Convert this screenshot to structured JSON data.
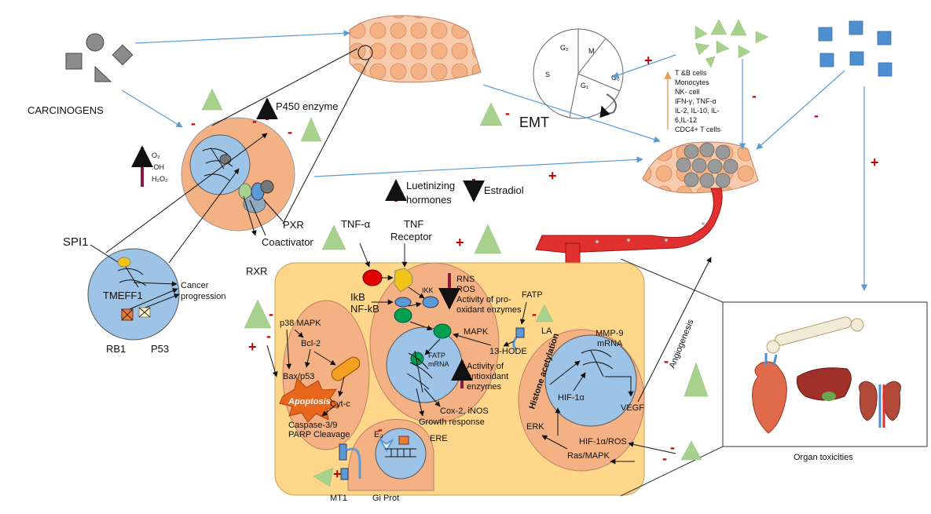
{
  "labels": {
    "carcinogens": "CARCINOGENS",
    "p450": "P450 enzyme",
    "o2": "O₂",
    "oh": ".OH",
    "h2o2": "H₂O₂",
    "pxr": "PXR",
    "rxr": "RXR",
    "coactivator": "Coactivator",
    "spi1": "SPI1",
    "tmeff1": "TMEFF1",
    "cancer_progression_1": "Cancer",
    "cancer_progression_2": "progression",
    "rb1": "RB1",
    "p53": "P53",
    "emt": "EMT",
    "lh_1": "Luetinizing",
    "lh_2": "hormones",
    "estradiol": "Estradiol",
    "tnf_alpha": "TNF-α",
    "tnf_receptor_1": "TNF",
    "tnf_receptor_2": "Receptor",
    "ikb": "IkB",
    "nfkb": "NF-kB",
    "ikk": "IKK",
    "rns": "RNS",
    "ros": "ROS",
    "prooxidant_1": "Activity of pro-",
    "prooxidant_2": "oxidant enzymes",
    "mapk": "MAPK",
    "fatp": "FATP",
    "la": "LA",
    "hode": "13-HODE",
    "fatp_mrna_1": "FATP",
    "fatp_mrna_2": "mRNA",
    "antioxidant_1": "Activity of",
    "antioxidant_2": "antioxidant",
    "antioxidant_3": "enzymes",
    "cox2": "Cox-2, iNOS",
    "growth": "Growth response",
    "p38": "p38 MAPK",
    "bcl2": "Bcl-2",
    "baxp53": "Bax/p53",
    "apoptosis": "Apoptosis",
    "cytc": "Cyt-c",
    "caspase": "Caspase-3/9",
    "parp": "PARP Cleavage",
    "e2": "E₂",
    "ere": "ERE",
    "mt1": "MT1",
    "giprot": "Gi Prot",
    "histone": "Histone acetylation",
    "mmp9_1": "MMP-9",
    "mmp9_2": "mRNA",
    "hif1a": "HIF-1α",
    "hif1aros": "HIF-1α/ROS",
    "erk": "ERK",
    "rasmapk": "Ras/MAPK",
    "vegf": "VEGF",
    "angiogenesis": "Angiogenesis",
    "organ_toxicities": "Organ toxicities",
    "g2": "G₂",
    "m": "M",
    "s": "S",
    "g1": "G₁",
    "g0": "G₀",
    "immune": [
      "T &B cells",
      "Monocytes",
      "NK- cell",
      "IFN-γ, TNF-α",
      "IL-2, IL-10, IL-",
      "6,IL-12",
      "CDC4+ T cells"
    ]
  },
  "signs": {
    "plus": "+",
    "minus": "-"
  },
  "colors": {
    "orange_cell": "#f4b183",
    "blue_nucleus": "#9dc3e6",
    "cell_body": "#ffd78a",
    "triangle_green": "#a9d18e",
    "square_blue": "#4f8fd0",
    "red_vessel": "#e03030",
    "sign_red": "#c00000",
    "arrow_maroon": "#8b1a3a"
  }
}
